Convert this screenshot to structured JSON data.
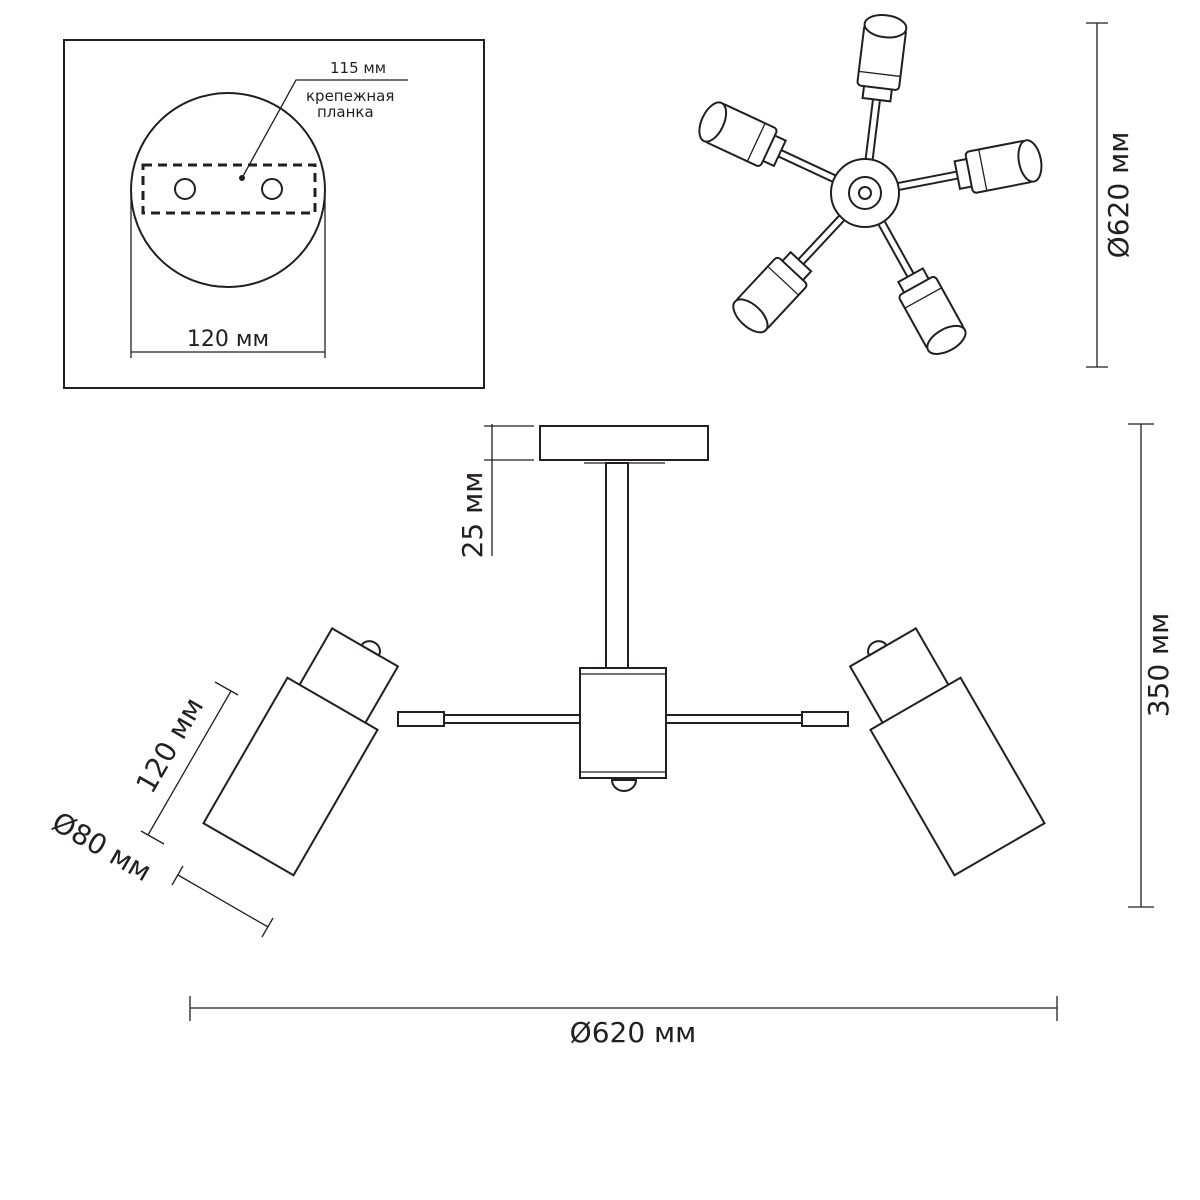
{
  "inset": {
    "plate_width_label": "115 мм",
    "plate_label_line1": "крепежная",
    "plate_label_line2": "планка",
    "canopy_diameter_label": "120 мм"
  },
  "top_view": {
    "diameter_label": "Ø620 мм",
    "arm_count": 5
  },
  "front_view": {
    "canopy_height_label": "25 мм",
    "total_height_label": "350 мм",
    "shade_length_label": "120 мм",
    "shade_diameter_label": "Ø80 мм",
    "total_width_label": "Ø620 мм"
  },
  "colors": {
    "line": "#231f20",
    "background": "#ffffff"
  }
}
